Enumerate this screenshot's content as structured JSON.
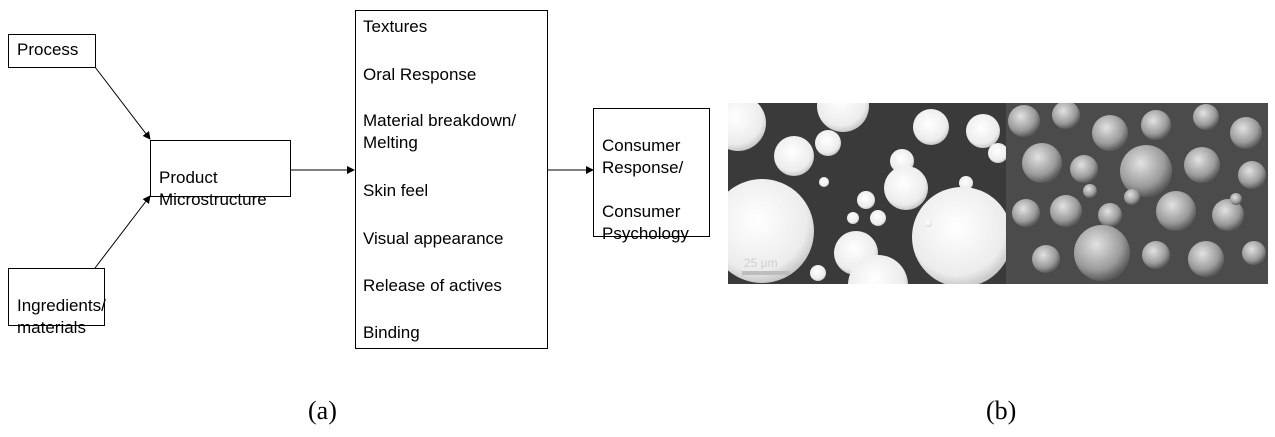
{
  "diagram": {
    "process": "Process",
    "ingredients": "Ingredients/\nmaterials",
    "microstructure": "Product\nMicrostructure",
    "attributes": [
      "Textures",
      "Oral Response",
      "Material breakdown/\nMelting",
      "Skin feel",
      "Visual appearance",
      "Release of actives",
      "Binding"
    ],
    "consumer": "Consumer\nResponse/\n\nConsumer\nPsychology"
  },
  "micrographs": {
    "scale_bar": "25 µm"
  },
  "captions": {
    "a": "(a)",
    "b": "(b)"
  }
}
